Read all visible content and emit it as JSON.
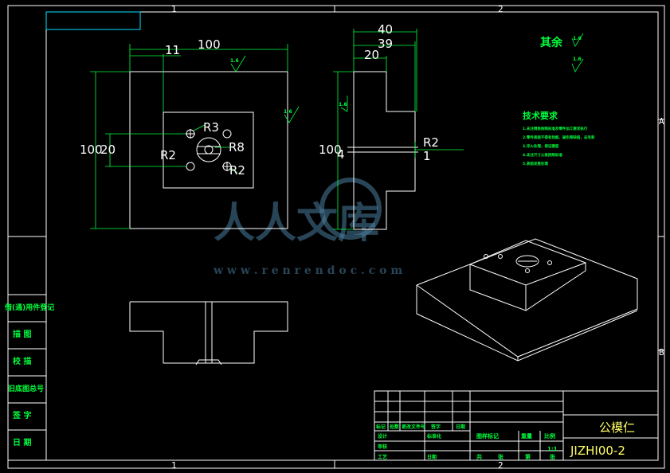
{
  "frame": {
    "zones_top": [
      "1",
      "2"
    ],
    "zones_bottom": [
      "1",
      "2"
    ],
    "zones_right": [
      "A",
      "B"
    ]
  },
  "dims": {
    "top_width": "100",
    "top_offset": "11",
    "top_height": "100",
    "pocket_height": "20",
    "r3": "R3",
    "r8": "R8",
    "r2_left": "R2",
    "r2_right": "R2",
    "side_40": "40",
    "side_39": "39",
    "side_20": "20",
    "side_100": "100",
    "side_r2": "R2",
    "side_4": "4",
    "side_1": "1",
    "rough_1": "1.6",
    "rough_2": "1.6",
    "rough_3": "1.6",
    "rough_4": "1.6",
    "rough_5": "1.6"
  },
  "notes": {
    "remaining": "其余",
    "tech_title": "技术要求",
    "tech_lines": [
      "1.未注倒角按照标准及零件加工要求执行",
      "2.零件表面不得有划痕、碰伤等缺陷，去毛刺",
      "3.淬火处理，保证硬度",
      "4.未注尺寸公差按照标准",
      "5.表面发黑处理"
    ]
  },
  "left_strip": {
    "labels": [
      "借(通)用件登记",
      "描 图",
      "校 描",
      "旧底图总号",
      "签 字",
      "日 期"
    ]
  },
  "title_block": {
    "drawing_name": "公模仁",
    "drawing_code": "JIZHI00-2",
    "scale": "1:1",
    "cells": {
      "mark": "标记",
      "count": "处数",
      "zone": "更改文件号",
      "sign": "签字",
      "date": "日期",
      "design": "设计",
      "std": "标准化",
      "review": "审核",
      "process": "工艺",
      "date2": "日期",
      "stage_mark": "图样标记",
      "weight": "重量",
      "ratio": "比例",
      "total": "共",
      "sheet_unit": "张",
      "page": "第",
      "page_unit": "张"
    }
  },
  "watermark": {
    "text": "人人文库",
    "url": "w w w . r e n r e n d o c . c o m"
  }
}
